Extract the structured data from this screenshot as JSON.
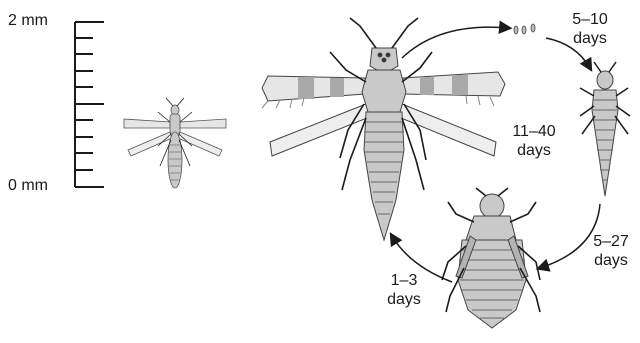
{
  "scale": {
    "top_label": "2 mm",
    "bottom_label": "0 mm"
  },
  "cycle": {
    "stage1": {
      "value": "5–10",
      "unit": "days"
    },
    "stage2": {
      "value": "11–40",
      "unit": "days"
    },
    "stage3": {
      "value": "5–27",
      "unit": "days"
    },
    "stage4": {
      "value": "1–3",
      "unit": "days"
    }
  },
  "colors": {
    "ink": "#1b1b1b",
    "body": "#c9c9c9",
    "wing": "#e6e6e6"
  }
}
